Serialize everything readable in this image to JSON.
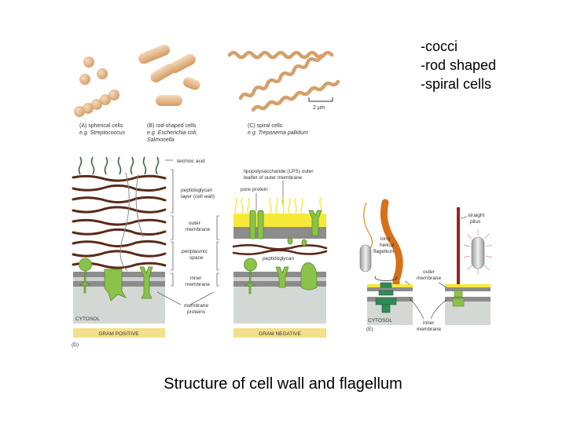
{
  "slide": {
    "bullets": [
      "-cocci",
      "-rod shaped",
      "-spiral cells"
    ],
    "caption": "Structure of cell wall and flagellum"
  },
  "figure": {
    "panel_a": {
      "line1": "(A)  spherical cells",
      "line2": "e.g. Streptococcus"
    },
    "panel_b": {
      "line1": "(B)  rod-shaped cells",
      "line2": "e.g. Escherichia coli,",
      "line3": "Salmonella"
    },
    "panel_c": {
      "line1": "(C)  spiral cells",
      "line2": "e.g. Treponema pallidum"
    },
    "scale_bar": "2 μm",
    "panel_d": {
      "teichoic_acid": "teichoic acid",
      "peptidoglycan_layer_1": "peptidoglycan",
      "peptidoglycan_layer_2": "layer (cell wall)",
      "outer_membrane_1": "outer",
      "outer_membrane_2": "membrane",
      "periplasmic_1": "periplasmic",
      "periplasmic_2": "space",
      "inner_membrane_1": "inner",
      "inner_membrane_2": "membrane",
      "membrane_proteins_1": "membrane",
      "membrane_proteins_2": "proteins",
      "lps_1": "lipopolysaccharide (LPS) outer",
      "lps_2": "leaflet of outer membrane",
      "pore_protein": "pore protein",
      "peptidoglycan": "peptidoglycan",
      "cytosol": "CYTOSOL",
      "gram_positive": "GRAM POSITIVE",
      "gram_negative": "GRAM NEGATIVE",
      "tag": "(D)"
    },
    "panel_e": {
      "long_helical_1": "long",
      "long_helical_2": "helical",
      "long_helical_3": "flagellum",
      "straight_pilus_1": "straight",
      "straight_pilus_2": "pilus",
      "outer_membrane_1": "outer",
      "outer_membrane_2": "membrane",
      "inner_membrane_1": "inner",
      "inner_membrane_2": "membrane",
      "cytosol": "CYTOSOL",
      "tag": "(E)"
    },
    "colors": {
      "cell_tan": "#e6b98a",
      "wall_brown": "#5a2a1a",
      "protein_green": "#8bc34a",
      "lps_yellow": "#f7e93a",
      "membrane_gray": "#8c8c8c",
      "cytosol_gray": "#d4d8d4",
      "gram_label": "#f2e08a",
      "flagellum_orange": "#d7701b",
      "pilus_red": "#a51e1e"
    }
  }
}
